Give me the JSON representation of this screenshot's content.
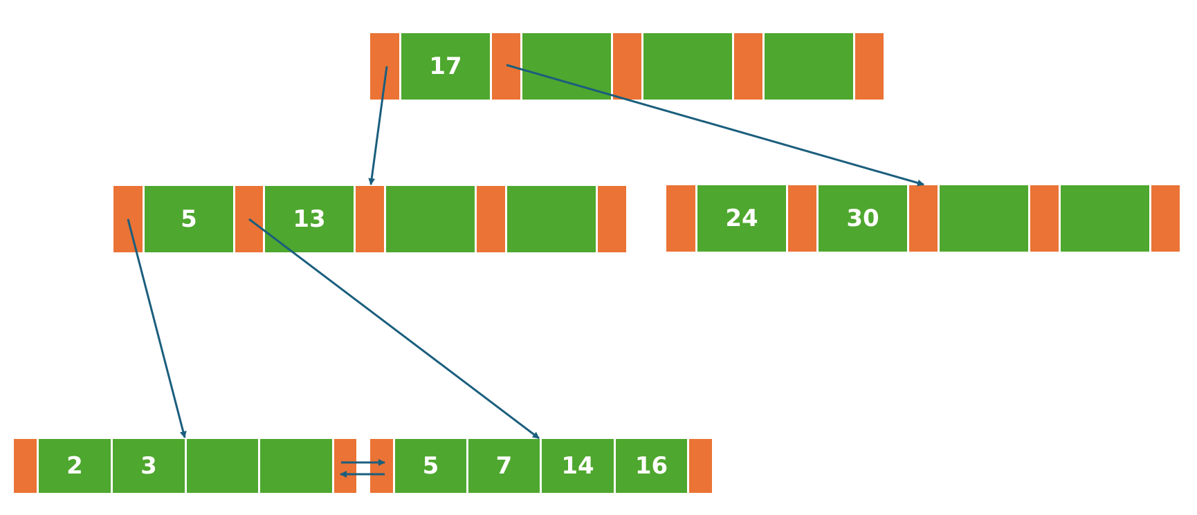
{
  "diagram": {
    "colors": {
      "pointer": "#ea7335",
      "key": "#4ea72e",
      "arrow": "#1a5e7d",
      "text": "#ffffff"
    },
    "nodes": {
      "root": {
        "keys": [
          "17",
          "",
          "",
          ""
        ]
      },
      "internal_left": {
        "keys": [
          "5",
          "13",
          "",
          ""
        ]
      },
      "internal_right": {
        "keys": [
          "24",
          "30",
          "",
          ""
        ]
      },
      "leaf_a": {
        "keys": [
          "2",
          "3",
          "",
          ""
        ]
      },
      "leaf_b": {
        "keys": [
          "5",
          "7",
          "14",
          "16"
        ]
      }
    }
  }
}
